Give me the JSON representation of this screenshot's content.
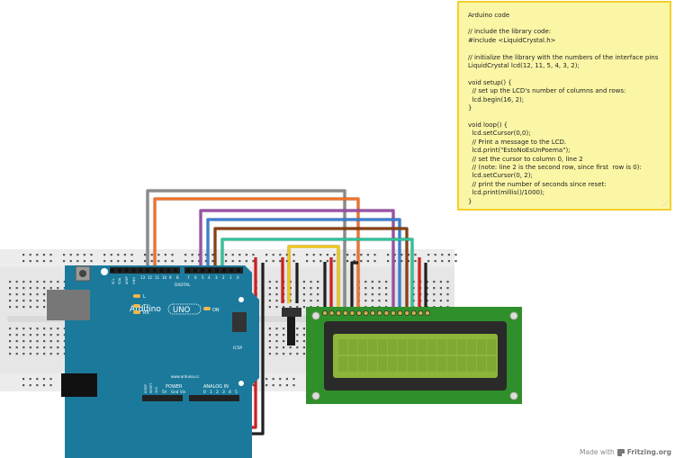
{
  "note": {
    "title": "Arduino code",
    "lines": [
      "// include the library code:",
      "#include <LiquidCrystal.h>",
      "",
      "// initialize the library with the numbers of the interface pins",
      "LiquidCrystal lcd(12, 11, 5, 4, 3, 2);",
      "",
      "void setup() {",
      "  // set up the LCD's number of columns and rows:",
      "  lcd.begin(16, 2);",
      "}",
      "",
      "void loop() {",
      "  lcd.setCursor(0,0);",
      "  // Print a message to the LCD.",
      "  lcd.print(\"EstoNoEsUnPoema\");",
      "  // set the cursor to column 0, line 2",
      "  // (note: line 2 is the second row, since first  row is 0):",
      "  lcd.setCursor(0, 2);",
      "  // print the number of seconds since reset:",
      "  lcd.print(millis()/1000);",
      "}"
    ]
  },
  "arduino": {
    "brand": "Arduino",
    "model": "UNO",
    "on_label": "ON",
    "led_labels": [
      "L",
      "TX",
      "RX"
    ],
    "digital_label": "DIGITAL",
    "digital_pins": [
      "13",
      "12",
      "11",
      "10",
      "9",
      "8",
      "7",
      "6",
      "5",
      "4",
      "3",
      "2",
      "1",
      "0"
    ],
    "left_header_labels": [
      "SCL",
      "SDA",
      "AREF",
      "GND"
    ],
    "pwm_label": "PWM",
    "tx_label": "TX",
    "rx_label": "RX",
    "icsp_label": "ICSP",
    "website": "www.arduino.cc",
    "power_label": "POWER",
    "power_pins": [
      "IOREF",
      "RESET",
      "3V3",
      "5V",
      "Gnd",
      "Vin"
    ],
    "analog_label": "ANALOG IN",
    "analog_pins": [
      "0",
      "1",
      "2",
      "3",
      "4",
      "5"
    ]
  },
  "lcd": {
    "columns": 16,
    "rows": 2
  },
  "colors": {
    "board": "#1b7a9c",
    "breadboard": "#e8e8e8",
    "lcd_pcb": "#2f8f2a",
    "lcd_screen": "#8cb53a",
    "wire_gray": "#8a8a8a",
    "wire_orange": "#f2712b",
    "wire_purple": "#9b4fa6",
    "wire_blue": "#3a7fd4",
    "wire_brown": "#8a3f0f",
    "wire_teal": "#2fc39a",
    "wire_red": "#d31f1f",
    "wire_black": "#1f1f1f",
    "wire_yellow": "#f1c616"
  },
  "credit": {
    "prefix": "Made with",
    "brand": "Fritzing.org"
  }
}
